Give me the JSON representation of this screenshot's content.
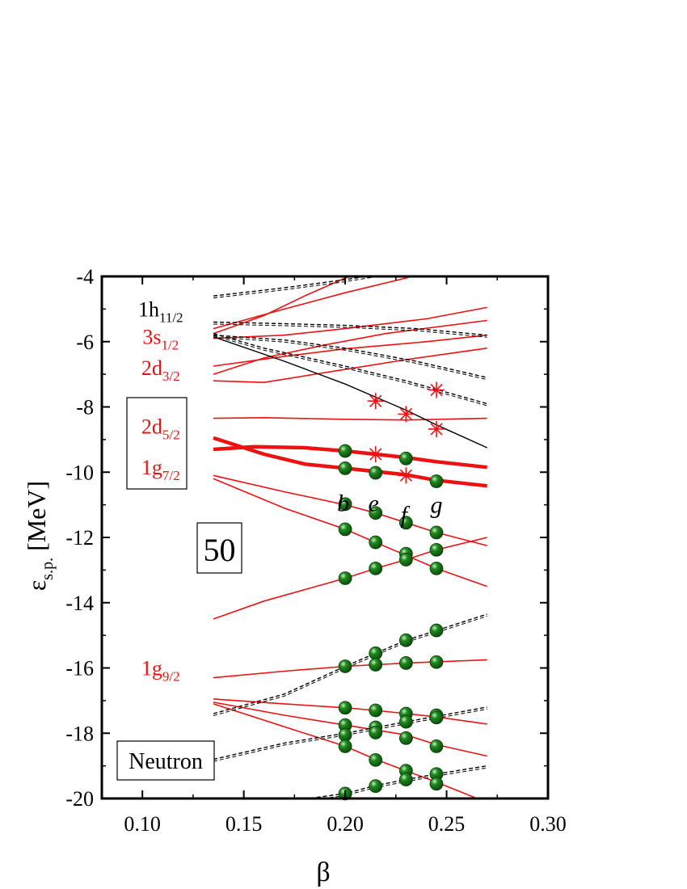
{
  "chart_data": {
    "type": "line",
    "xlabel": "β",
    "ylabel_main": "ε",
    "ylabel_sub": "s.p.",
    "ylabel_unit": "[MeV]",
    "xlim": [
      0.08,
      0.3
    ],
    "ylim": [
      -20,
      -4
    ],
    "xticks": [
      {
        "value": 0.1,
        "label": "0.10"
      },
      {
        "value": 0.15,
        "label": "0.15"
      },
      {
        "value": 0.2,
        "label": "0.20"
      },
      {
        "value": 0.25,
        "label": "0.25"
      },
      {
        "value": 0.3,
        "label": "0.30"
      }
    ],
    "yticks": [
      {
        "value": -4,
        "label": "-4"
      },
      {
        "value": -6,
        "label": "-6"
      },
      {
        "value": -8,
        "label": "-8"
      },
      {
        "value": -10,
        "label": "-10"
      },
      {
        "value": -12,
        "label": "-12"
      },
      {
        "value": -14,
        "label": "-14"
      },
      {
        "value": -16,
        "label": "-16"
      },
      {
        "value": -18,
        "label": "-18"
      },
      {
        "value": -20,
        "label": "-20"
      }
    ],
    "colors": {
      "positive_parity": "#ee1111",
      "negative_parity": "#000000",
      "occupied": "#1e8a1e",
      "hole": "#ee1111"
    },
    "series": [
      {
        "style": "thick-red",
        "points": [
          [
            0.135,
            -8.95
          ],
          [
            0.16,
            -9.45
          ],
          [
            0.18,
            -9.75
          ],
          [
            0.2,
            -9.88
          ],
          [
            0.215,
            -9.98
          ],
          [
            0.23,
            -10.08
          ],
          [
            0.245,
            -10.25
          ],
          [
            0.27,
            -10.42
          ]
        ]
      },
      {
        "style": "thick-red",
        "points": [
          [
            0.135,
            -9.3
          ],
          [
            0.155,
            -9.22
          ],
          [
            0.18,
            -9.25
          ],
          [
            0.2,
            -9.35
          ],
          [
            0.215,
            -9.45
          ],
          [
            0.23,
            -9.55
          ],
          [
            0.245,
            -9.68
          ],
          [
            0.27,
            -9.85
          ]
        ]
      },
      {
        "style": "red",
        "points": [
          [
            0.135,
            -8.35
          ],
          [
            0.16,
            -8.33
          ],
          [
            0.2,
            -8.38
          ],
          [
            0.23,
            -8.4
          ],
          [
            0.27,
            -8.35
          ]
        ]
      },
      {
        "style": "red",
        "points": [
          [
            0.135,
            -7.2
          ],
          [
            0.16,
            -7.25
          ],
          [
            0.2,
            -6.85
          ],
          [
            0.23,
            -6.55
          ],
          [
            0.27,
            -6.2
          ]
        ]
      },
      {
        "style": "red",
        "points": [
          [
            0.135,
            -6.75
          ],
          [
            0.17,
            -6.45
          ],
          [
            0.2,
            -6.22
          ],
          [
            0.24,
            -6.0
          ],
          [
            0.27,
            -5.8
          ]
        ]
      },
      {
        "style": "red",
        "points": [
          [
            0.135,
            -7.0
          ],
          [
            0.16,
            -6.5
          ],
          [
            0.19,
            -6.1
          ],
          [
            0.22,
            -5.75
          ],
          [
            0.27,
            -5.35
          ]
        ]
      },
      {
        "style": "red",
        "points": [
          [
            0.135,
            -5.9
          ],
          [
            0.17,
            -5.8
          ],
          [
            0.2,
            -5.6
          ],
          [
            0.24,
            -5.3
          ],
          [
            0.27,
            -4.95
          ]
        ]
      },
      {
        "style": "red",
        "points": [
          [
            0.135,
            -5.75
          ],
          [
            0.16,
            -5.2
          ],
          [
            0.18,
            -4.6
          ],
          [
            0.2,
            -4.05
          ],
          [
            0.205,
            -3.95
          ]
        ]
      },
      {
        "style": "red",
        "points": [
          [
            0.135,
            -5.6
          ],
          [
            0.17,
            -5.0
          ],
          [
            0.2,
            -4.5
          ],
          [
            0.23,
            -4.05
          ],
          [
            0.235,
            -3.95
          ]
        ]
      },
      {
        "style": "red",
        "points": [
          [
            0.135,
            -10.1
          ],
          [
            0.17,
            -10.6
          ],
          [
            0.2,
            -11.0
          ],
          [
            0.215,
            -11.25
          ],
          [
            0.23,
            -11.55
          ],
          [
            0.245,
            -11.85
          ],
          [
            0.27,
            -12.25
          ]
        ]
      },
      {
        "style": "red",
        "points": [
          [
            0.135,
            -10.2
          ],
          [
            0.17,
            -11.1
          ],
          [
            0.2,
            -11.75
          ],
          [
            0.215,
            -12.15
          ],
          [
            0.23,
            -12.55
          ],
          [
            0.245,
            -12.95
          ],
          [
            0.27,
            -13.5
          ]
        ]
      },
      {
        "style": "red",
        "points": [
          [
            0.135,
            -14.5
          ],
          [
            0.16,
            -13.95
          ],
          [
            0.2,
            -13.25
          ],
          [
            0.215,
            -12.95
          ],
          [
            0.23,
            -12.68
          ],
          [
            0.245,
            -12.38
          ],
          [
            0.27,
            -12.0
          ]
        ]
      },
      {
        "style": "red",
        "points": [
          [
            0.135,
            -16.3
          ],
          [
            0.17,
            -16.1
          ],
          [
            0.2,
            -15.95
          ],
          [
            0.23,
            -15.85
          ],
          [
            0.27,
            -15.75
          ]
        ]
      },
      {
        "style": "red",
        "points": [
          [
            0.135,
            -16.95
          ],
          [
            0.17,
            -17.1
          ],
          [
            0.2,
            -17.22
          ],
          [
            0.215,
            -17.3
          ],
          [
            0.23,
            -17.4
          ],
          [
            0.245,
            -17.5
          ],
          [
            0.27,
            -17.72
          ]
        ]
      },
      {
        "style": "red",
        "points": [
          [
            0.135,
            -17.05
          ],
          [
            0.17,
            -17.45
          ],
          [
            0.2,
            -17.75
          ],
          [
            0.215,
            -17.9
          ],
          [
            0.23,
            -18.05
          ],
          [
            0.245,
            -18.35
          ],
          [
            0.27,
            -18.7
          ]
        ]
      },
      {
        "style": "red",
        "points": [
          [
            0.135,
            -17.1
          ],
          [
            0.17,
            -17.8
          ],
          [
            0.2,
            -18.4
          ],
          [
            0.215,
            -18.8
          ],
          [
            0.23,
            -19.15
          ],
          [
            0.245,
            -19.5
          ],
          [
            0.265,
            -20.0
          ]
        ]
      },
      {
        "style": "black-dashed",
        "points": [
          [
            0.135,
            -4.6
          ],
          [
            0.17,
            -4.35
          ],
          [
            0.2,
            -4.1
          ],
          [
            0.215,
            -3.95
          ]
        ]
      },
      {
        "style": "black-dashed",
        "points": [
          [
            0.135,
            -5.4
          ],
          [
            0.17,
            -5.45
          ],
          [
            0.2,
            -5.5
          ],
          [
            0.235,
            -5.6
          ],
          [
            0.27,
            -5.8
          ]
        ]
      },
      {
        "style": "black-dashed",
        "points": [
          [
            0.135,
            -5.8
          ],
          [
            0.17,
            -5.95
          ],
          [
            0.2,
            -6.2
          ],
          [
            0.235,
            -6.6
          ],
          [
            0.27,
            -7.1
          ]
        ]
      },
      {
        "style": "black-dashed",
        "points": [
          [
            0.135,
            -5.75
          ],
          [
            0.16,
            -6.2
          ],
          [
            0.2,
            -6.75
          ],
          [
            0.23,
            -7.2
          ],
          [
            0.27,
            -7.9
          ]
        ]
      },
      {
        "style": "black",
        "points": [
          [
            0.135,
            -5.85
          ],
          [
            0.17,
            -6.6
          ],
          [
            0.2,
            -7.3
          ],
          [
            0.215,
            -7.7
          ],
          [
            0.23,
            -8.1
          ],
          [
            0.245,
            -8.55
          ],
          [
            0.27,
            -9.25
          ]
        ]
      },
      {
        "style": "black-dashed",
        "points": [
          [
            0.135,
            -17.4
          ],
          [
            0.17,
            -16.8
          ],
          [
            0.2,
            -15.95
          ],
          [
            0.215,
            -15.55
          ],
          [
            0.23,
            -15.15
          ],
          [
            0.245,
            -14.85
          ],
          [
            0.27,
            -14.35
          ]
        ]
      },
      {
        "style": "black-dashed",
        "points": [
          [
            0.135,
            -18.8
          ],
          [
            0.17,
            -18.3
          ],
          [
            0.2,
            -18.0
          ],
          [
            0.23,
            -17.65
          ],
          [
            0.27,
            -17.2
          ]
        ]
      },
      {
        "style": "black-dashed",
        "points": [
          [
            0.135,
            -20.2
          ],
          [
            0.17,
            -20.1
          ],
          [
            0.2,
            -19.85
          ],
          [
            0.215,
            -19.6
          ],
          [
            0.23,
            -19.42
          ],
          [
            0.245,
            -19.25
          ],
          [
            0.27,
            -19.0
          ]
        ]
      }
    ],
    "occupied_points": [
      [
        0.2,
        -9.35
      ],
      [
        0.2,
        -9.88
      ],
      [
        0.2,
        -10.98
      ],
      [
        0.2,
        -11.75
      ],
      [
        0.2,
        -13.25
      ],
      [
        0.2,
        -15.95
      ],
      [
        0.2,
        -17.22
      ],
      [
        0.2,
        -17.75
      ],
      [
        0.2,
        -18.05
      ],
      [
        0.2,
        -18.4
      ],
      [
        0.2,
        -19.85
      ],
      [
        0.215,
        -10.02
      ],
      [
        0.215,
        -11.25
      ],
      [
        0.215,
        -12.15
      ],
      [
        0.215,
        -12.95
      ],
      [
        0.215,
        -15.55
      ],
      [
        0.215,
        -15.9
      ],
      [
        0.215,
        -17.3
      ],
      [
        0.215,
        -17.82
      ],
      [
        0.215,
        -17.98
      ],
      [
        0.215,
        -18.82
      ],
      [
        0.215,
        -19.62
      ],
      [
        0.23,
        -9.58
      ],
      [
        0.23,
        -11.55
      ],
      [
        0.23,
        -12.5
      ],
      [
        0.23,
        -12.68
      ],
      [
        0.23,
        -15.15
      ],
      [
        0.23,
        -15.85
      ],
      [
        0.23,
        -17.4
      ],
      [
        0.23,
        -17.65
      ],
      [
        0.23,
        -18.15
      ],
      [
        0.23,
        -19.15
      ],
      [
        0.23,
        -19.42
      ],
      [
        0.245,
        -10.28
      ],
      [
        0.245,
        -11.85
      ],
      [
        0.245,
        -12.38
      ],
      [
        0.245,
        -12.95
      ],
      [
        0.245,
        -14.85
      ],
      [
        0.245,
        -15.82
      ],
      [
        0.245,
        -17.45
      ],
      [
        0.245,
        -17.52
      ],
      [
        0.245,
        -18.4
      ],
      [
        0.245,
        -19.25
      ],
      [
        0.245,
        -19.55
      ]
    ],
    "hole_points": [
      [
        0.215,
        -7.82
      ],
      [
        0.215,
        -9.45
      ],
      [
        0.23,
        -8.22
      ],
      [
        0.23,
        -10.1
      ],
      [
        0.245,
        -7.48
      ],
      [
        0.245,
        -8.68
      ]
    ],
    "case_labels": [
      {
        "x": 0.199,
        "y": -10.95,
        "text": "b"
      },
      {
        "x": 0.214,
        "y": -10.95,
        "text": "e"
      },
      {
        "x": 0.229,
        "y": -11.3,
        "text": "f"
      },
      {
        "x": 0.245,
        "y": -11.0,
        "text": "g"
      }
    ],
    "orbitals": [
      {
        "x": 0.109,
        "y": -5.0,
        "main": "1h",
        "sub": "11/2",
        "color": "#000000"
      },
      {
        "x": 0.109,
        "y": -5.85,
        "main": "3s",
        "sub": "1/2",
        "color": "#ee1111"
      },
      {
        "x": 0.109,
        "y": -6.8,
        "main": "2d",
        "sub": "3/2",
        "color": "#ee1111"
      },
      {
        "x": 0.109,
        "y": -8.6,
        "main": "2d",
        "sub": "5/2",
        "color": "#ee1111"
      },
      {
        "x": 0.109,
        "y": -9.85,
        "main": "1g",
        "sub": "7/2",
        "color": "#ee1111"
      },
      {
        "x": 0.109,
        "y": -16.0,
        "main": "1g",
        "sub": "9/2",
        "color": "#ee1111"
      }
    ],
    "shell_gap_label": "50",
    "nucleon_label": "Neutron"
  }
}
